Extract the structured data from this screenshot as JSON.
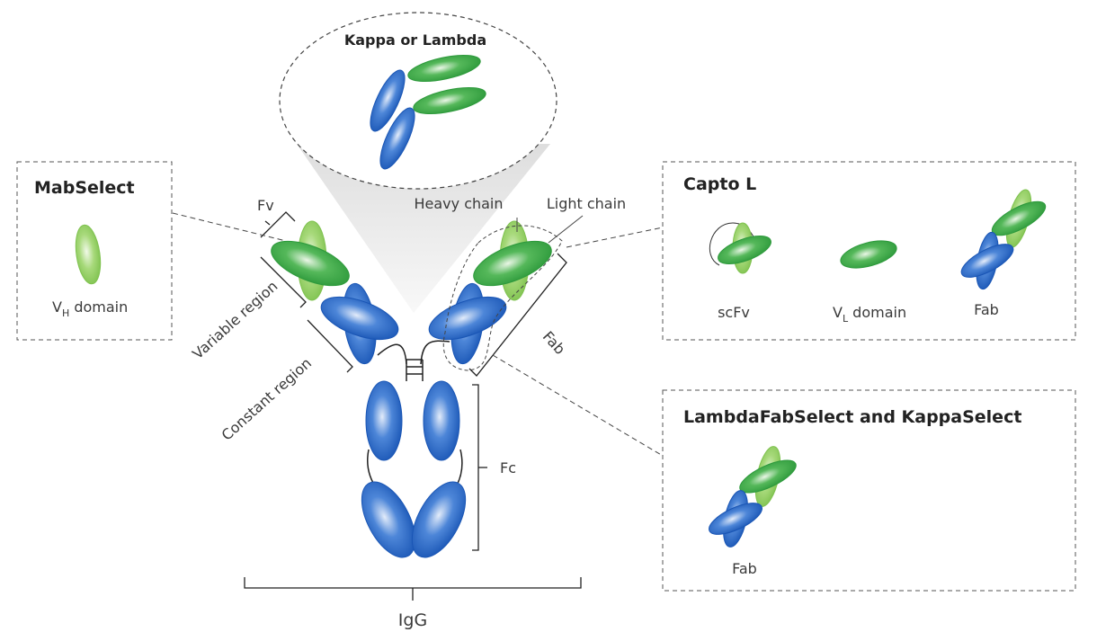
{
  "colors": {
    "heavy_chain_blue": "#1f5fbf",
    "light_chain_green": "#3aa845",
    "light_chain_pale_green": "#8fcf5e",
    "line": "#333333",
    "dashed_box": "#555555"
  },
  "zoom": {
    "title": "Kappa or Lambda"
  },
  "igg": {
    "label_fv": "Fv",
    "label_variable_region": "Variable region",
    "label_constant_region": "Constant region",
    "label_heavy_chain": "Heavy chain",
    "label_light_chain": "Light chain",
    "label_fab": "Fab",
    "label_fc": "Fc",
    "label_igg": "IgG"
  },
  "mabselect": {
    "title": "MabSelect",
    "domain_label_v": "V",
    "domain_label_sub": "H",
    "domain_label_rest": " domain"
  },
  "captol": {
    "title": "Capto L",
    "item1": "scFv",
    "item2_v": "V",
    "item2_sub": "L",
    "item2_rest": " domain",
    "item3": "Fab"
  },
  "lambdakappa": {
    "title": "LambdaFabSelect and KappaSelect",
    "item1": "Fab"
  }
}
